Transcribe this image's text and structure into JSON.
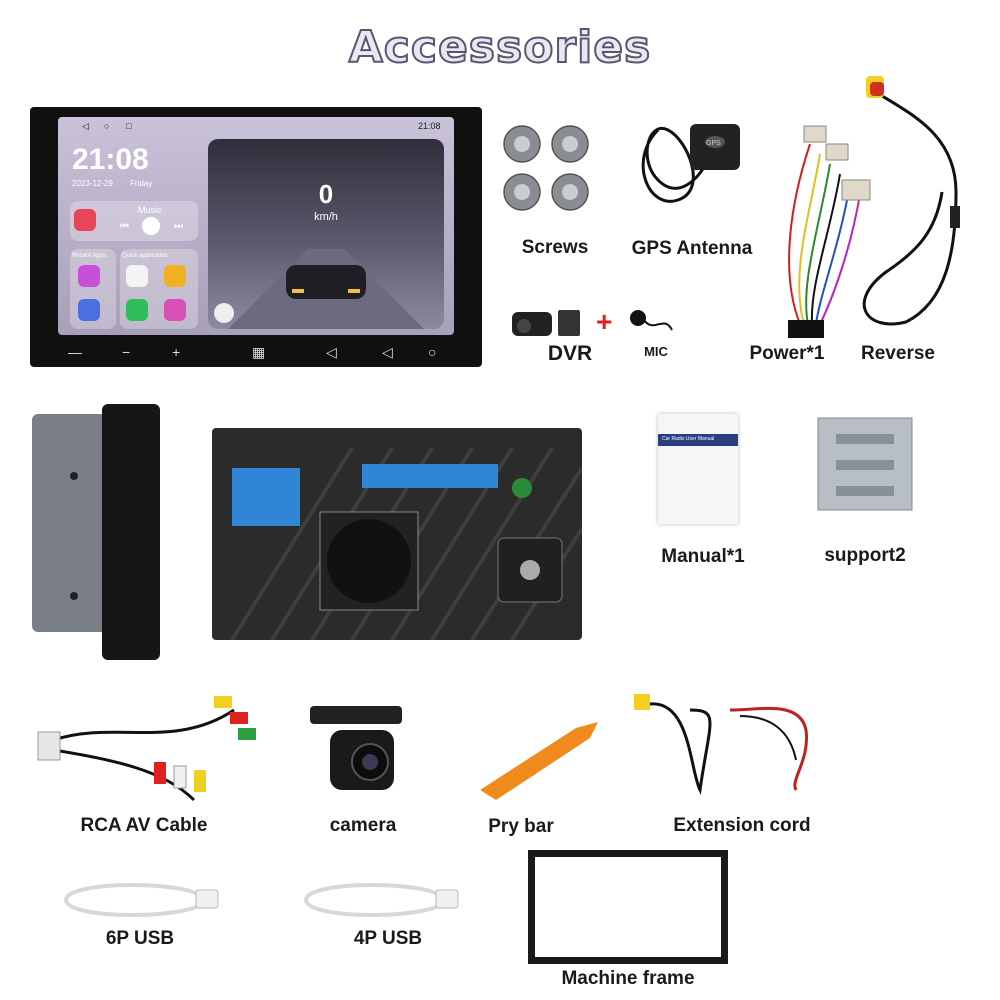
{
  "title": "Accessories",
  "head_unit": {
    "time_status": "21:08",
    "clock": "21:08",
    "date": "2023-12-29",
    "day": "Friday",
    "music_label": "Music",
    "recent_apps": "Recent Apps",
    "quick_application": "Quick application",
    "speed": "0",
    "speed_unit": "km/h"
  },
  "items": {
    "screws": "Screws",
    "gps": "GPS Antenna",
    "dvr": "DVR",
    "mic": "MIC",
    "power": "Power*1",
    "reverse": "Reverse",
    "manual": "Manual*1",
    "manual_cover": "Car Radio User Manual",
    "support": "support2",
    "rca": "RCA AV Cable",
    "camera": "camera",
    "prybar": "Pry bar",
    "extension": "Extension cord",
    "usb6": "6P USB",
    "usb4": "4P USB",
    "frame": "Machine frame",
    "gps_badge": "GPS"
  },
  "colors": {
    "title_fill": "#ece6f3",
    "title_stroke": "#5a5470",
    "connector_blue": "#2f86d6",
    "pry_orange": "#f08a1c",
    "plus_red": "#e02020"
  }
}
